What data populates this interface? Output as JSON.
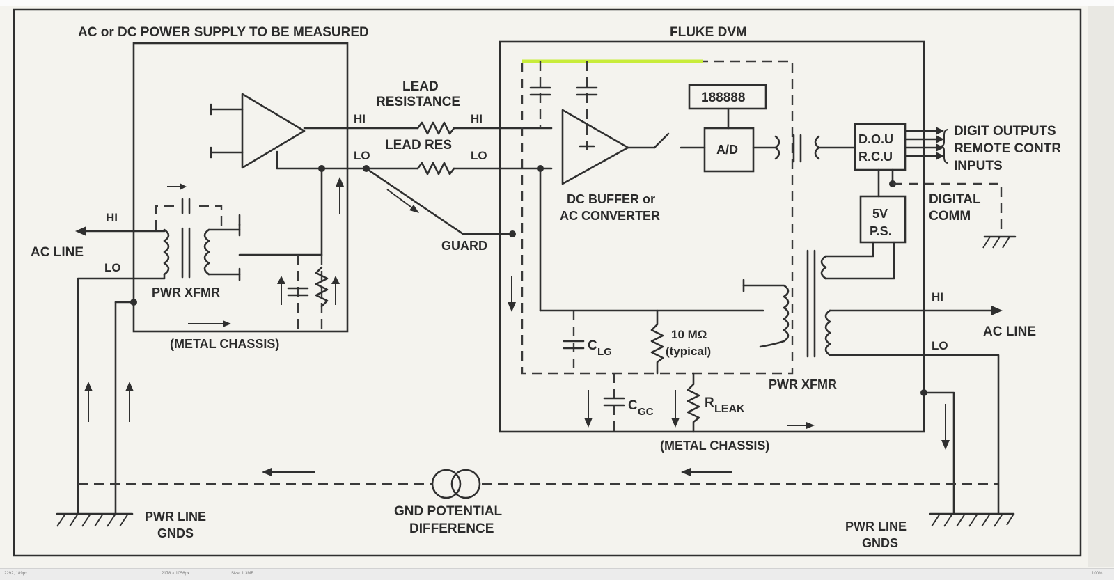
{
  "diagram": {
    "supply_title": "AC or DC POWER SUPPLY TO BE MEASURED",
    "dvm_title": "FLUKE DVM",
    "lead_resistance": [
      "LEAD",
      "RESISTANCE"
    ],
    "lead_res": "LEAD RES",
    "hi": "HI",
    "lo": "LO",
    "display_value": "188888",
    "ad": "A/D",
    "dou": "D.O.U",
    "rcu": "R.C.U",
    "digit_outputs": "DIGIT OUTPUTS",
    "remote_contr": "REMOTE CONTR",
    "inputs": "INPUTS",
    "digital_comm": [
      "DIGITAL",
      "COMM"
    ],
    "ps": [
      "5V",
      "P.S."
    ],
    "guard": "GUARD",
    "dc_buffer": [
      "DC BUFFER or",
      "AC CONVERTER"
    ],
    "ac_line": "AC LINE",
    "pwr_xfmr": "PWR XFMR",
    "metal_chassis": "(METAL CHASSIS)",
    "clg_main": "C",
    "clg_sub": "LG",
    "resistor": [
      "10 MΩ",
      "(typical)"
    ],
    "cgc_main": "C",
    "cgc_sub": "GC",
    "rleak_main": "R",
    "rleak_sub": "LEAK",
    "pwr_line_gnds": [
      "PWR LINE",
      "GNDS"
    ],
    "gnd_potential": [
      "GND POTENTIAL",
      "DIFFERENCE"
    ]
  },
  "statusbar": {
    "coords": "2292, 189px",
    "dims": "2178 × 1056px",
    "size": "Size: 1.3MB",
    "zoom": "100%"
  },
  "colors": {
    "highlight": "#c8ec3a",
    "ink": "#2f2f2f",
    "paper": "#f4f3ee"
  }
}
